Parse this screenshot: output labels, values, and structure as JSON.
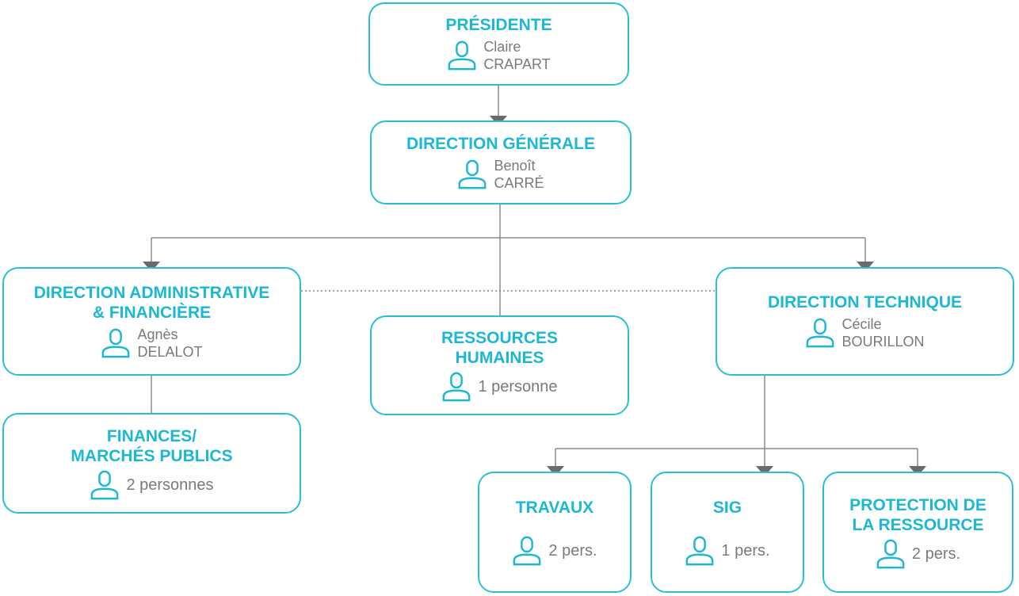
{
  "colors": {
    "accent": "#1cb8d3",
    "border": "#2bbfd6",
    "text": "#7a7a7a",
    "line": "#8a8a8a",
    "arrow": "#6b6b6b"
  },
  "icon": "person-icon",
  "presidente": {
    "title": "PRÉSIDENTE",
    "first": "Claire",
    "last": "CRAPART"
  },
  "dg": {
    "title": "DIRECTION GÉNÉRALE",
    "first": "Benoît",
    "last": "CARRÉ"
  },
  "daf": {
    "title": "DIRECTION ADMINISTRATIVE\n& FINANCIÈRE",
    "first": "Agnès",
    "last": "DELALOT"
  },
  "rh": {
    "title": "RESSOURCES\nHUMAINES",
    "count": "1 personne"
  },
  "dt": {
    "title": "DIRECTION TECHNIQUE",
    "first": "Cécile",
    "last": "BOURILLON"
  },
  "finances": {
    "title": "FINANCES/\nMARCHÉS PUBLICS",
    "count": "2 personnes"
  },
  "travaux": {
    "title": "TRAVAUX",
    "count": "2 pers."
  },
  "sig": {
    "title": "SIG",
    "count": "1 pers."
  },
  "protection": {
    "title": "PROTECTION DE\nLA RESSOURCE",
    "count": "2 pers."
  }
}
